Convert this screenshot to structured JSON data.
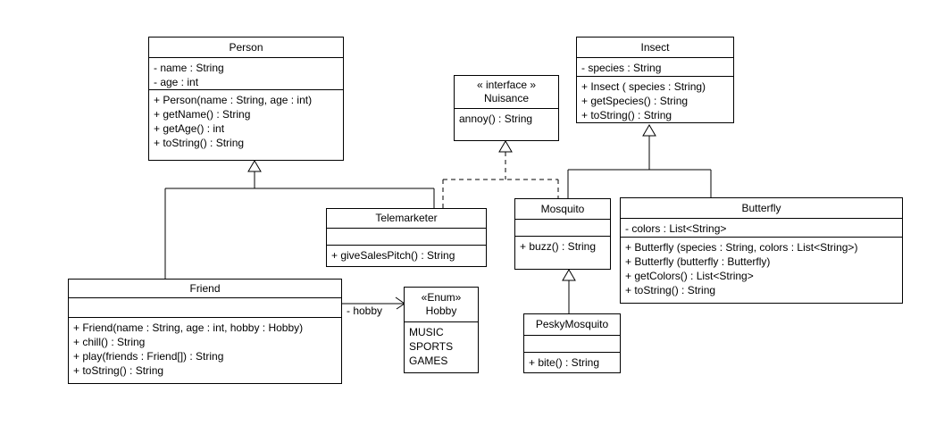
{
  "classes": {
    "person": {
      "name": "Person",
      "attributes": [
        "- name : String",
        "- age : int"
      ],
      "methods": [
        "+ Person(name : String, age : int)",
        "+ getName() : String",
        "+ getAge() : int",
        "+ toString() : String"
      ]
    },
    "nuisance": {
      "stereotype": "« interface »",
      "name": "Nuisance",
      "methods": [
        "annoy() : String"
      ]
    },
    "insect": {
      "name": "Insect",
      "attributes": [
        "- species : String"
      ],
      "methods": [
        "+ Insect ( species : String)",
        "+ getSpecies() : String",
        "+ toString() : String"
      ]
    },
    "telemarketer": {
      "name": "Telemarketer",
      "methods": [
        "+ giveSalesPitch() : String"
      ]
    },
    "mosquito": {
      "name": "Mosquito",
      "methods": [
        "+ buzz() : String"
      ]
    },
    "butterfly": {
      "name": "Butterfly",
      "attributes": [
        "- colors : List<String>"
      ],
      "methods": [
        "+ Butterfly (species : String, colors : List<String>)",
        "+ Butterfly (butterfly : Butterfly)",
        "+ getColors() : List<String>",
        "+ toString() : String"
      ]
    },
    "friend": {
      "name": "Friend",
      "methods": [
        "+ Friend(name : String, age : int, hobby : Hobby)",
        "+ chill() : String",
        "+ play(friends : Friend[]) : String",
        "+ toString() : String"
      ]
    },
    "hobby": {
      "stereotype": "«Enum»",
      "name": "Hobby",
      "values": [
        "MUSIC",
        "SPORTS",
        "GAMES"
      ]
    },
    "pesky_mosquito": {
      "name": "PeskyMosquito",
      "methods": [
        "+ bite() : String"
      ]
    }
  },
  "associations": {
    "friend_hobby_label": "- hobby"
  },
  "relationships": [
    {
      "type": "generalization",
      "from": "Friend",
      "to": "Person"
    },
    {
      "type": "generalization",
      "from": "Telemarketer",
      "to": "Person"
    },
    {
      "type": "realization",
      "from": "Telemarketer",
      "to": "Nuisance"
    },
    {
      "type": "realization",
      "from": "Mosquito",
      "to": "Nuisance"
    },
    {
      "type": "generalization",
      "from": "Mosquito",
      "to": "Insect"
    },
    {
      "type": "generalization",
      "from": "Butterfly",
      "to": "Insect"
    },
    {
      "type": "generalization",
      "from": "PeskyMosquito",
      "to": "Mosquito"
    },
    {
      "type": "directed-association",
      "from": "Friend",
      "to": "Hobby",
      "label": "- hobby"
    }
  ],
  "colors": {
    "line": "#000000",
    "background": "#ffffff"
  }
}
